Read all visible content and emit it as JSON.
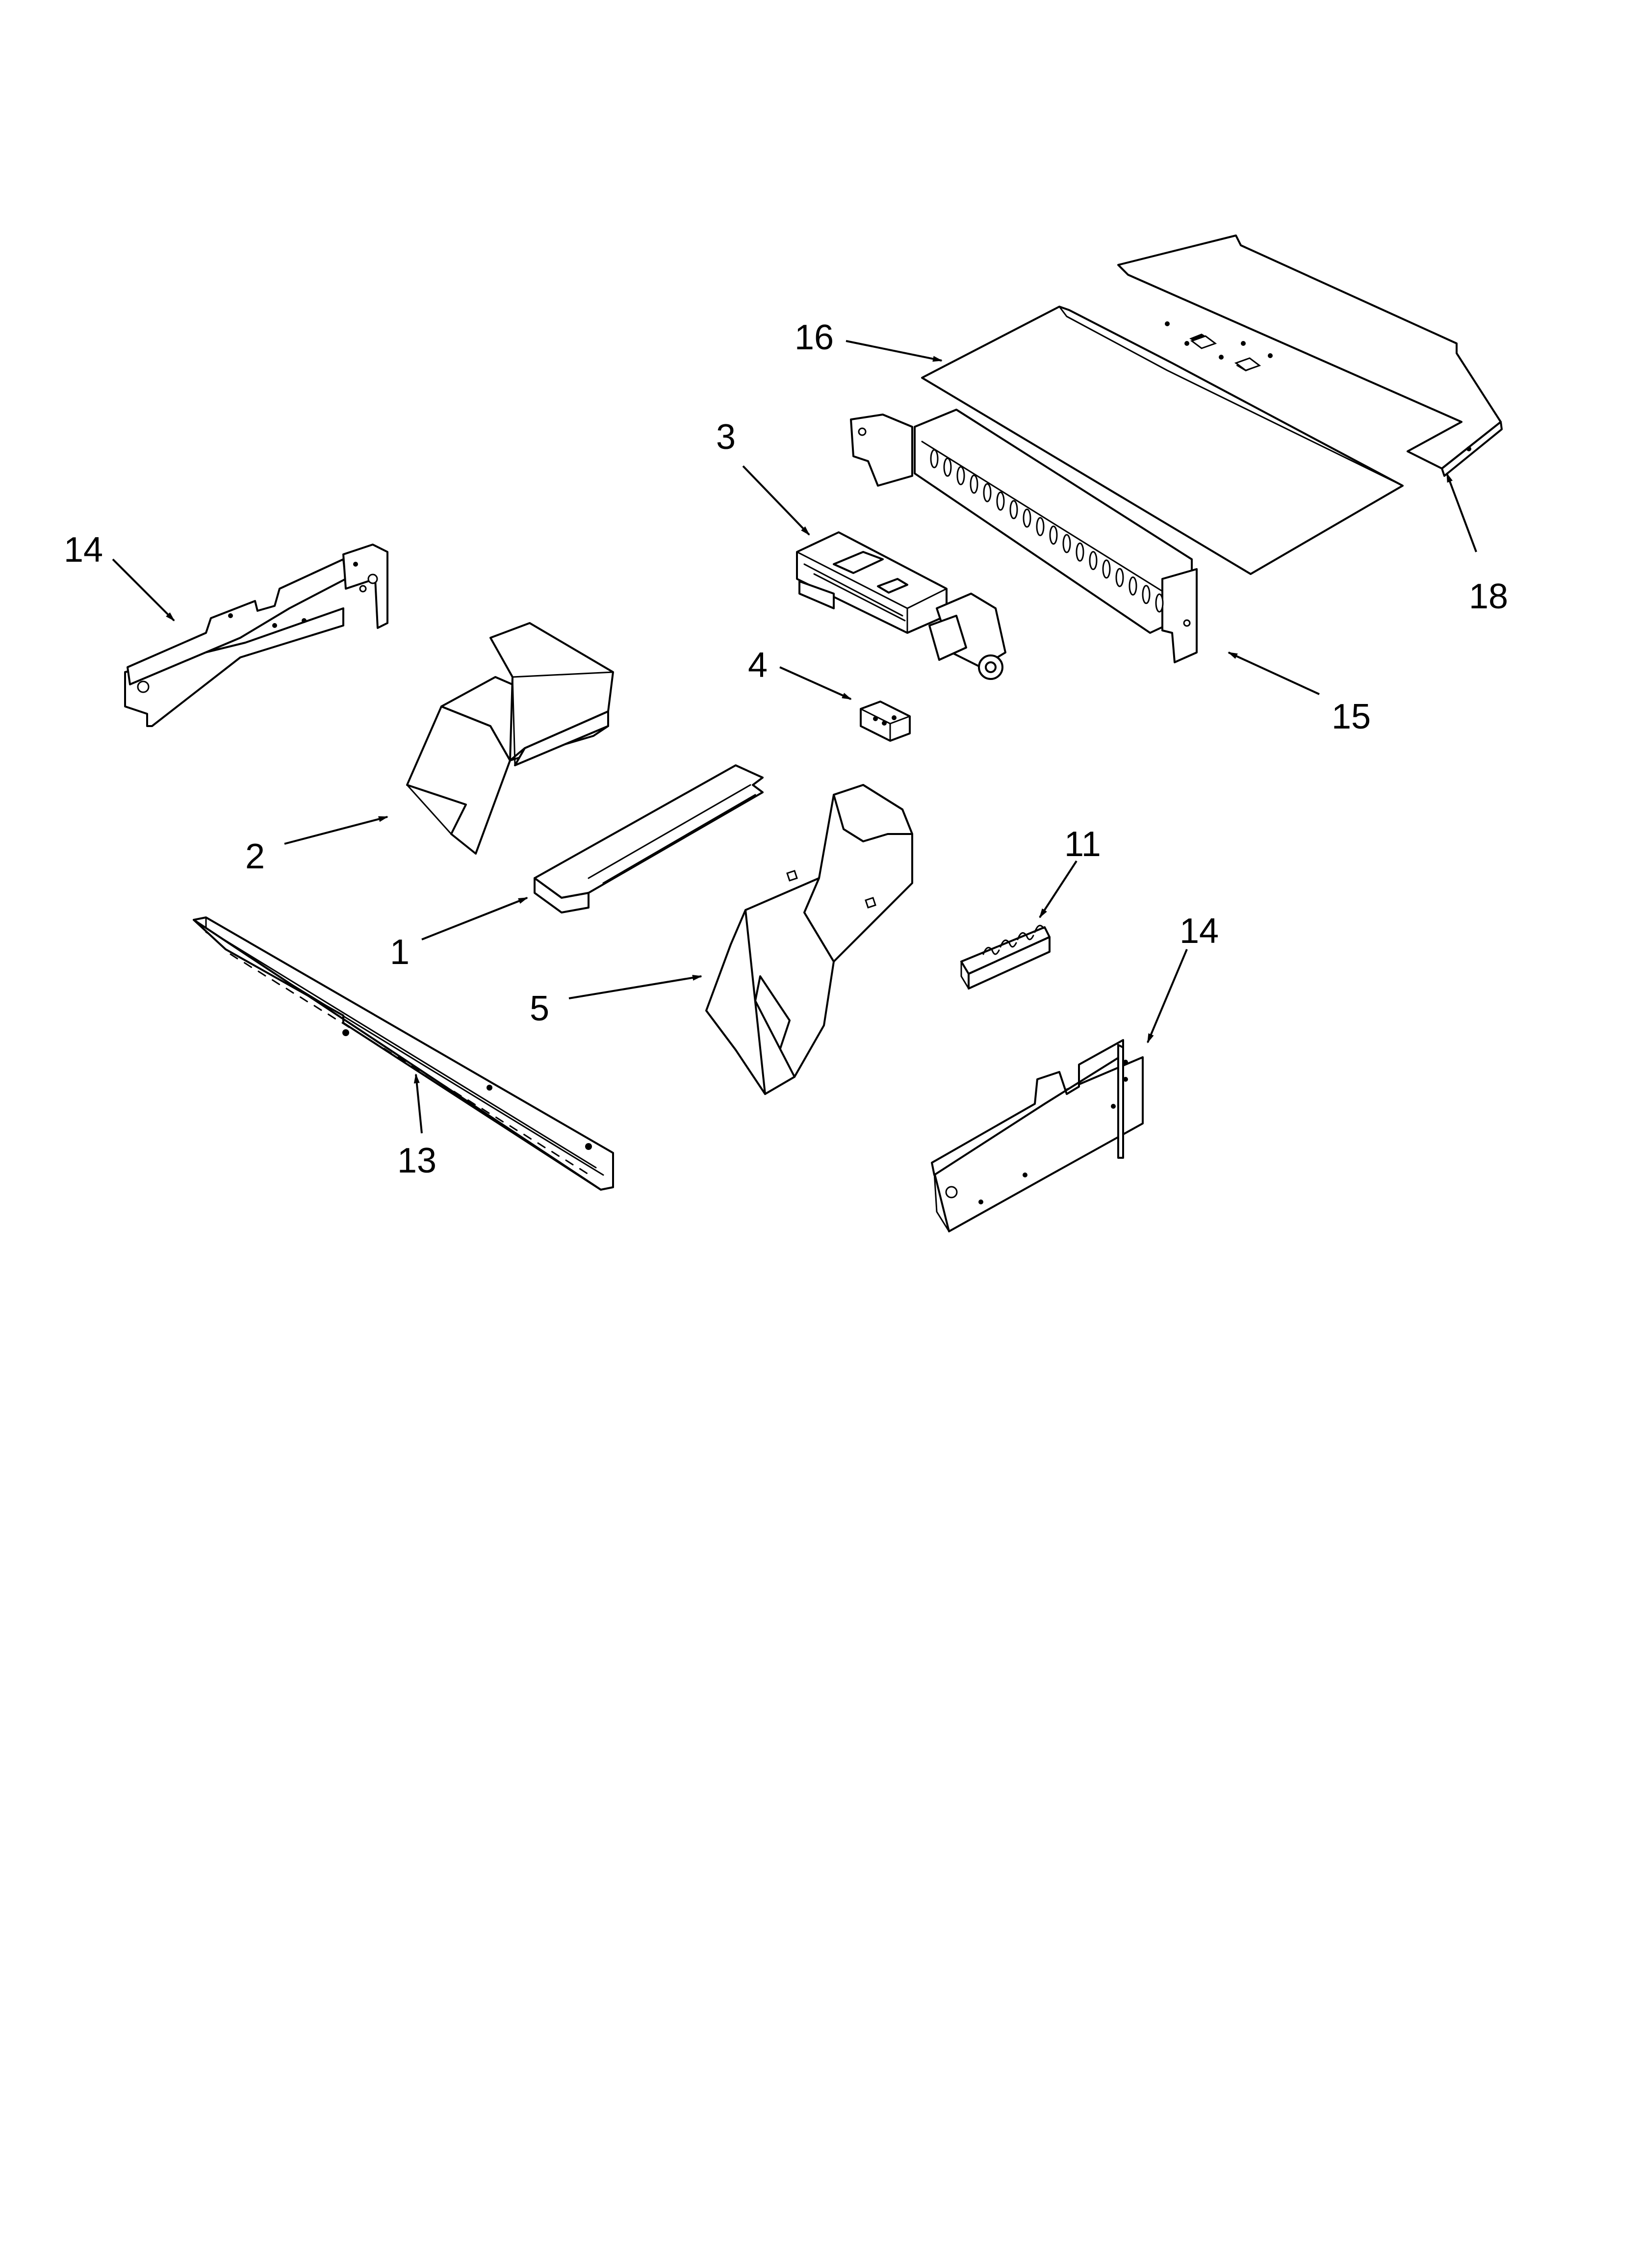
{
  "diagram": {
    "colors": {
      "line": "#000000",
      "background": "#ffffff"
    },
    "callouts": {
      "c1": "1",
      "c2": "2",
      "c3": "3",
      "c4": "4",
      "c5": "5",
      "c11": "11",
      "c13": "13",
      "c14_left": "14",
      "c14_right": "14",
      "c15": "15",
      "c16": "16",
      "c18": "18"
    }
  }
}
